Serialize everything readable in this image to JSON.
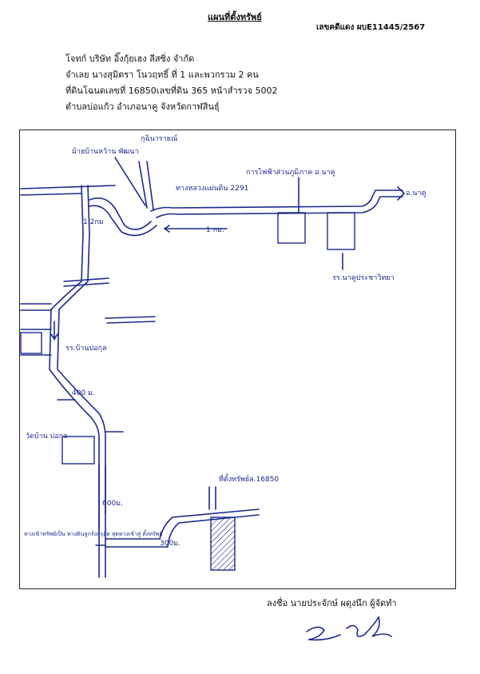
{
  "header": {
    "title": "แผนที่ตั้งทรัพย์",
    "case_number": "เลขคดีแดง ผบE11445/2567",
    "plaintiff": "โจทก์ บริษัท อิ๊งกุ้ยเฮง ลีสซิ่ง จำกัด",
    "defendant": "จำเลย นางสุมิตรา โนวฤทธิ์ ที่ 1 และพวกรวม 2 คน",
    "land_deed": "ที่ดินโฉนดเลขที่ 16850เลขที่ดิน 365  หน้าสำรวจ 5002",
    "location": "ตำบลบ่อแก้ว  อำเภอนาคู  จังหวัดกาฬสินธุ์"
  },
  "map": {
    "labels": {
      "ku_phan": "กุฉินารายณ์",
      "ban_nonjan": "ม้ายบ้านหว้าน พัฒนา",
      "highway": "ทางหลวงแผ่นดิน 2291",
      "pea": "การไฟฟ้าส่วนภูมิภาค อ.นาคู",
      "to_nakhu": "อ.นาคู",
      "dist_1km_top": "1 กม.",
      "dist_1_2km": "1.2กม",
      "school_nakhu": "รร.นาคูประชาวิทยา",
      "school_ban": "รร.บ้านบ่อกุล",
      "dist_400m": "400 ม.",
      "temple": "วัดบ้าน บ่อกุล",
      "dist_600m": "600ม.",
      "property": "ที่ตั้งทรัพย์ล.16850",
      "dist_300m": "300ม.",
      "entrance_note": "ทางเข้าทรัพย์เป็น ทางดินลูกรังกรุอัด สุดทางเข้าสู่ ตั้งทรัพย์"
    }
  },
  "footer": {
    "signer": "ลงชื่อ นายประจักษ์ ผดุงนึก ผู้จัดทำ"
  }
}
